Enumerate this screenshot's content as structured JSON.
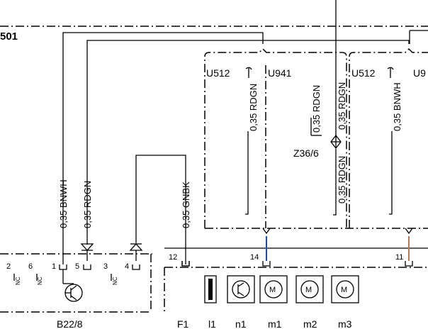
{
  "top_component": {
    "label": "501"
  },
  "connector_b22": {
    "label": "B22/8",
    "pins": [
      "2",
      "6",
      "1",
      "5",
      "3",
      "4"
    ],
    "nc_label": "NC",
    "wires": [
      {
        "label": "0,35 BNWH"
      },
      {
        "label": "0,35 RDGN"
      },
      {
        "label": "0,35 GNBK"
      }
    ]
  },
  "connector_f1": {
    "label": "F1",
    "pins": [
      "12",
      "14",
      "11"
    ],
    "symbols": [
      "l1",
      "n1",
      "m1",
      "m2",
      "m3"
    ]
  },
  "harness": {
    "groups": [
      "U512",
      "U941",
      "U512",
      "U9"
    ],
    "wires": [
      {
        "label": "0,35 RDGN"
      },
      {
        "label": "0,35 RDGN"
      },
      {
        "label": "0,35 RDGN"
      },
      {
        "label": "0,35 RDGN"
      },
      {
        "label": "0,35 BNWH"
      }
    ],
    "splice": {
      "label": "Z36/6",
      "color": "#1a35c8"
    }
  },
  "wire_colors": {
    "blue": "#1f4fb5",
    "brown": "#b07a58"
  }
}
